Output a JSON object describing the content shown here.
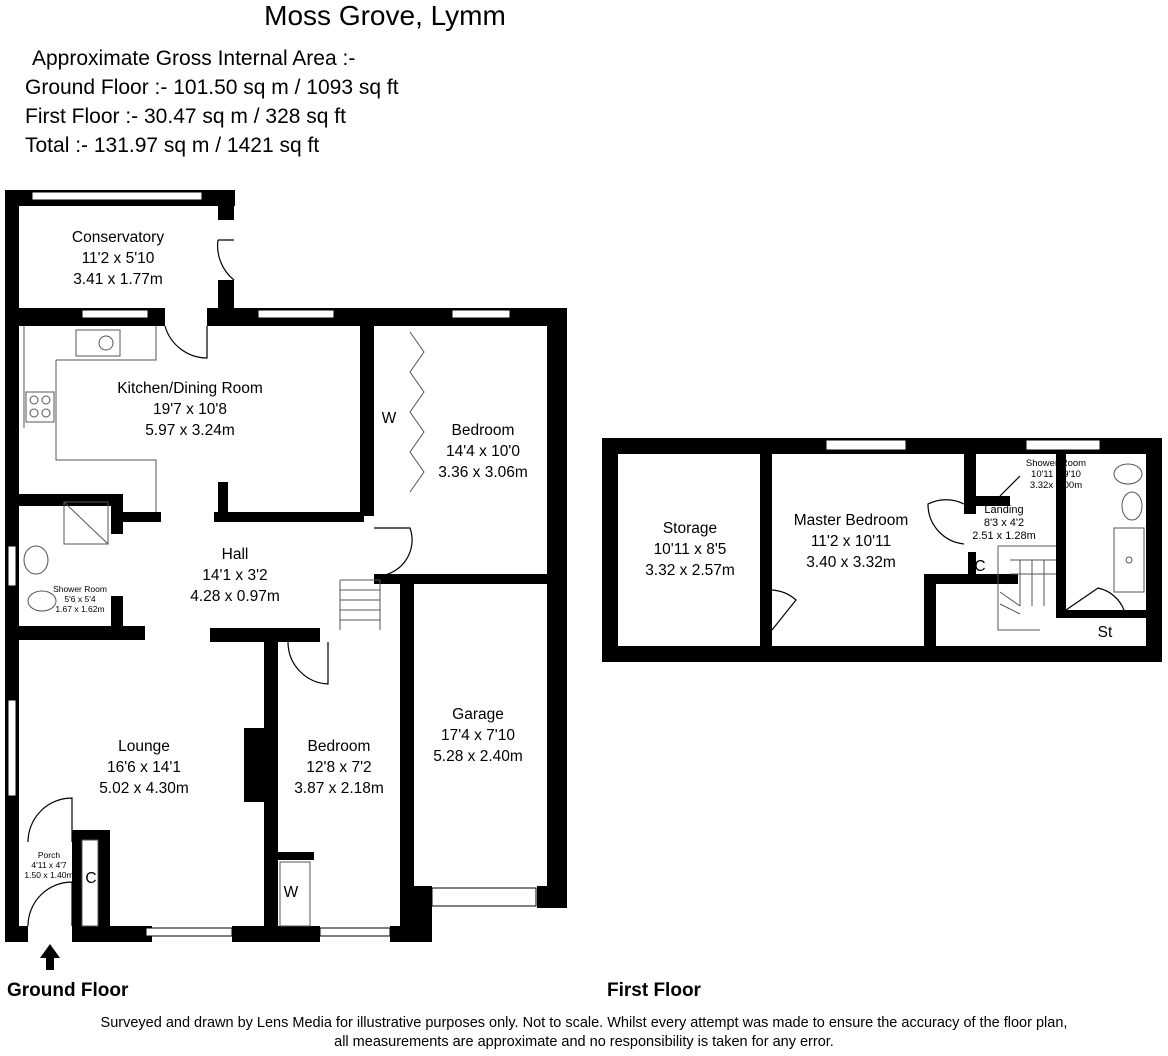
{
  "title": "Moss Grove, Lymm",
  "area": {
    "heading": "Approximate Gross Internal Area :-",
    "ground": "Ground Floor :- 101.50 sq m / 1093 sq ft",
    "first": "First Floor :- 30.47 sq m / 328 sq ft",
    "total": "Total :- 131.97 sq m / 1421 sq ft"
  },
  "ground_floor": {
    "label": "Ground Floor",
    "rooms": {
      "conservatory": {
        "name": "Conservatory",
        "imperial": "11'2 x 5'10",
        "metric": "3.41 x 1.77m"
      },
      "kitchen": {
        "name": "Kitchen/Dining Room",
        "imperial": "19'7 x 10'8",
        "metric": "5.97 x 3.24m"
      },
      "bedroom1": {
        "name": "Bedroom",
        "imperial": "14'4 x 10'0",
        "metric": "3.36 x 3.06m"
      },
      "hall": {
        "name": "Hall",
        "imperial": "14'1 x 3'2",
        "metric": "4.28 x 0.97m"
      },
      "shower": {
        "name": "Shower Room",
        "imperial": "5'6 x 5'4",
        "metric": "1.67 x 1.62m"
      },
      "lounge": {
        "name": "Lounge",
        "imperial": "16'6 x 14'1",
        "metric": "5.02 x 4.30m"
      },
      "bedroom2": {
        "name": "Bedroom",
        "imperial": "12'8 x 7'2",
        "metric": "3.87 x 2.18m"
      },
      "garage": {
        "name": "Garage",
        "imperial": "17'4 x 7'10",
        "metric": "5.28 x 2.40m"
      },
      "porch": {
        "name": "Porch",
        "imperial": "4'11 x 4'7",
        "metric": "1.50 x 1.40m"
      }
    },
    "marks": {
      "wardrobe1": "W",
      "wardrobe2": "W",
      "cupboard": "C"
    }
  },
  "first_floor": {
    "label": "First Floor",
    "rooms": {
      "storage": {
        "name": "Storage",
        "imperial": "10'11 x 8'5",
        "metric": "3.32 x 2.57m"
      },
      "master": {
        "name": "Master Bedroom",
        "imperial": "11'2 x 10'11",
        "metric": "3.40 x 3.32m"
      },
      "landing": {
        "name": "Landing",
        "imperial": "8'3 x 4'2",
        "metric": "2.51 x 1.28m"
      },
      "shower": {
        "name": "Shower Room",
        "imperial": "10'11 x 9'10",
        "metric": "3.32x 3.00m"
      }
    },
    "marks": {
      "cupboard": "C",
      "store": "St"
    }
  },
  "disclaimer": {
    "line1": "Surveyed and drawn by Lens Media for illustrative purposes only. Not to scale. Whilst every attempt was made to ensure the accuracy of the floor plan,",
    "line2": "all measurements are approximate and no responsibility is taken for any error."
  },
  "colors": {
    "wall": "#000000",
    "fixture": "#555555",
    "window": "#ffffff"
  }
}
